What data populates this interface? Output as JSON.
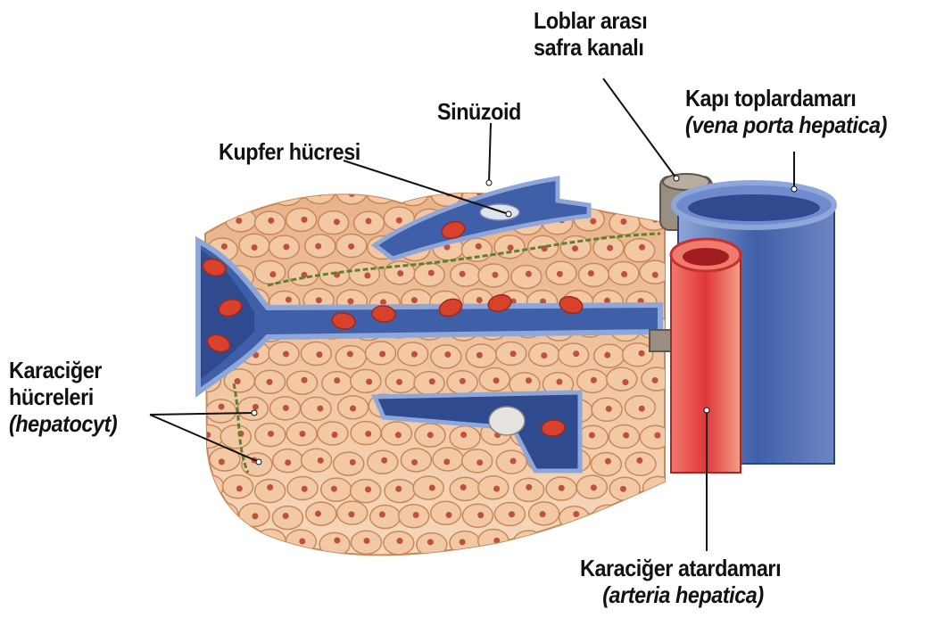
{
  "labels": {
    "loblar": {
      "line1": "Loblar arası",
      "line2": "safra kanalı"
    },
    "sinuzoid": "Sinüzoid",
    "kupfer": "Kupfer hücresi",
    "kapi": {
      "line1": "Kapı toplardamarı",
      "line2": "(vena porta hepatica)"
    },
    "karaciger_hucre": {
      "line1": "Karaciğer",
      "line2": "hücreleri",
      "line3": "(hepatocyt)"
    },
    "atardamar": {
      "line1": "Karaciğer atardamarı",
      "line2": "(arteria hepatica)"
    }
  },
  "colors": {
    "hepatocyte": "#f2c9a4",
    "hepatocyte_edge": "#c7895a",
    "nucleus": "#c0503a",
    "vein_blue": "#3f5fa8",
    "vein_light": "#8fa6d8",
    "artery_red": "#e0373a",
    "bile_green": "#5f7f2a",
    "rbc": "#d8422c",
    "bile_duct": "#9a8e80"
  },
  "icons": [
    "hepatocyte-cell-icon",
    "red-blood-cell-icon",
    "kupffer-cell-icon"
  ]
}
